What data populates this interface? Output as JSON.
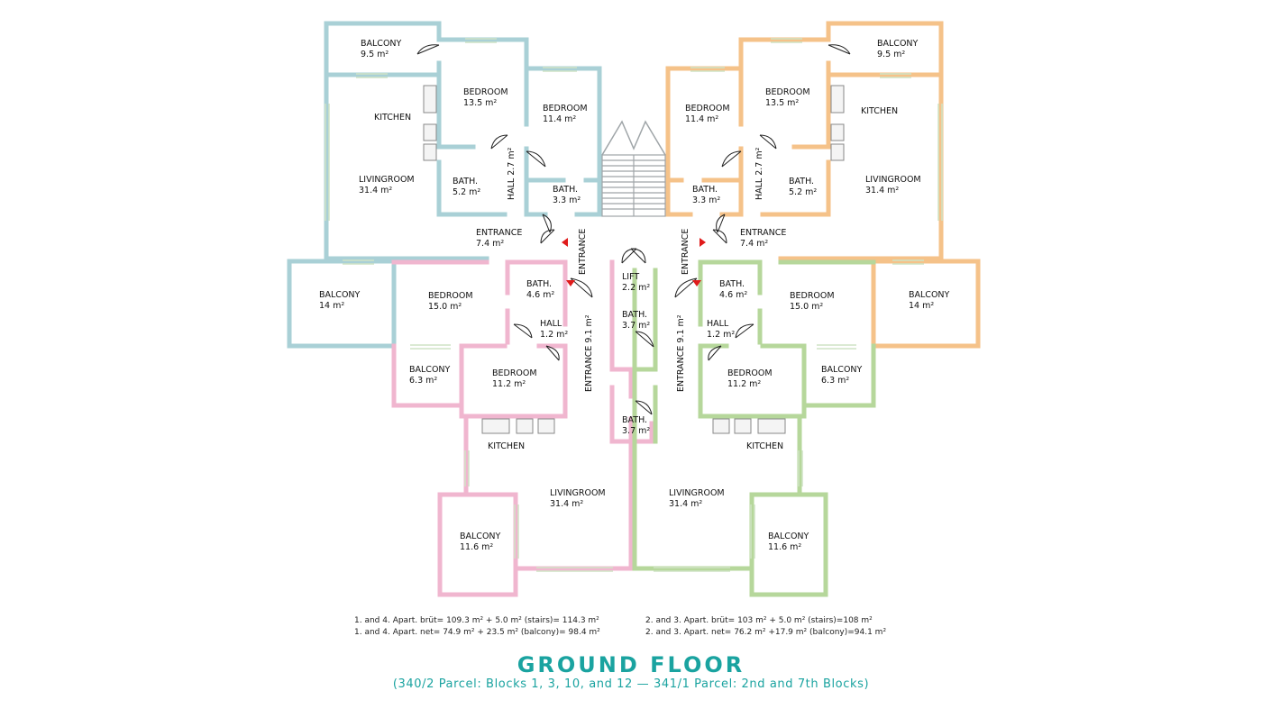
{
  "colors": {
    "apt1_blue": "#a9d0d6",
    "apt2_orange": "#f5c289",
    "apt3_pink": "#f0b6cf",
    "apt4_green": "#b6d79b",
    "core_gray": "#9fa5a8",
    "arrow_red": "#e01b1b",
    "title_teal": "#1aa3a0"
  },
  "rooms": {
    "tl_balcony": {
      "name": "BALCONY",
      "area": "9.5 m²"
    },
    "tl_bedroom": {
      "name": "BEDROOM",
      "area": "13.5 m²"
    },
    "tl_bedroom2": {
      "name": "BEDROOM",
      "area": "11.4 m²"
    },
    "tl_kitchen": {
      "name": "KITCHEN"
    },
    "tl_living": {
      "name": "LIVINGROOM",
      "area": "31.4 m²"
    },
    "tl_bath": {
      "name": "BATH.",
      "area": "5.2 m²"
    },
    "tl_hall": "HALL 2.7 m²",
    "tl_bath2": {
      "name": "BATH.",
      "area": "3.3 m²"
    },
    "tl_entrance": {
      "name": "ENTRANCE",
      "area": "7.4 m²"
    },
    "tr_bedroom2": {
      "name": "BEDROOM",
      "area": "11.4 m²"
    },
    "tr_bedroom": {
      "name": "BEDROOM",
      "area": "13.5 m²"
    },
    "tr_balcony": {
      "name": "BALCONY",
      "area": "9.5 m²"
    },
    "tr_kitchen": {
      "name": "KITCHEN"
    },
    "tr_living": {
      "name": "LIVINGROOM",
      "area": "31.4 m²"
    },
    "tr_bath": {
      "name": "BATH.",
      "area": "5.2 m²"
    },
    "tr_hall": "HALL 2.7 m²",
    "tr_bath2": {
      "name": "BATH.",
      "area": "3.3 m²"
    },
    "tr_entrance": {
      "name": "ENTRANCE",
      "area": "7.4 m²"
    },
    "entrance_left": "ENTRANCE",
    "entrance_right": "ENTRANCE",
    "bl_balcony_big": {
      "name": "BALCONY",
      "area": "14 m²"
    },
    "bl_bedroom": {
      "name": "BEDROOM",
      "area": "15.0 m²"
    },
    "bl_bath": {
      "name": "BATH.",
      "area": "4.6 m²"
    },
    "bl_hall": {
      "name": "HALL",
      "area": "1.2 m²"
    },
    "bl_balcony_small": {
      "name": "BALCONY",
      "area": "6.3 m²"
    },
    "bl_bedroom2": {
      "name": "BEDROOM",
      "area": "11.2 m²"
    },
    "bl_kitchen": {
      "name": "KITCHEN"
    },
    "bl_living": {
      "name": "LIVINGROOM",
      "area": "31.4 m²"
    },
    "bl_balcony_bottom": {
      "name": "BALCONY",
      "area": "11.6 m²"
    },
    "bl_entrance": "ENTRANCE 9.1 m²",
    "lift": {
      "name": "LIFT",
      "area": "2.2 m²"
    },
    "core_bath1": {
      "name": "BATH.",
      "area": "3.7 m²"
    },
    "core_bath2": {
      "name": "BATH.",
      "area": "3.7 m²"
    },
    "br_bath": {
      "name": "BATH.",
      "area": "4.6 m²"
    },
    "br_bedroom": {
      "name": "BEDROOM",
      "area": "15.0 m²"
    },
    "br_balcony_big": {
      "name": "BALCONY",
      "area": "14 m²"
    },
    "br_hall": {
      "name": "HALL",
      "area": "1.2 m²"
    },
    "br_bedroom2": {
      "name": "BEDROOM",
      "area": "11.2 m²"
    },
    "br_balcony_small": {
      "name": "BALCONY",
      "area": "6.3 m²"
    },
    "br_kitchen": {
      "name": "KITCHEN"
    },
    "br_living": {
      "name": "LIVINGROOM",
      "area": "31.4 m²"
    },
    "br_balcony_bottom": {
      "name": "BALCONY",
      "area": "11.6 m²"
    },
    "br_entrance": "ENTRANCE 9.1 m²"
  },
  "notes": {
    "left_line1": "1. and 4. Apart. brüt= 109.3 m² + 5.0 m² (stairs)= 114.3 m²",
    "left_line2": "1. and 4. Apart. net= 74.9 m² + 23.5 m² (balcony)= 98.4 m²",
    "right_line1": "2. and 3. Apart. brüt= 103 m² + 5.0 m² (stairs)=108 m²",
    "right_line2": "2. and 3. Apart. net= 76.2 m² +17.9 m² (balcony)=94.1 m²"
  },
  "title": "GROUND FLOOR",
  "subtitle": "(340/2 Parcel: Blocks 1, 3, 10, and 12 — 341/1 Parcel: 2nd and 7th Blocks)"
}
